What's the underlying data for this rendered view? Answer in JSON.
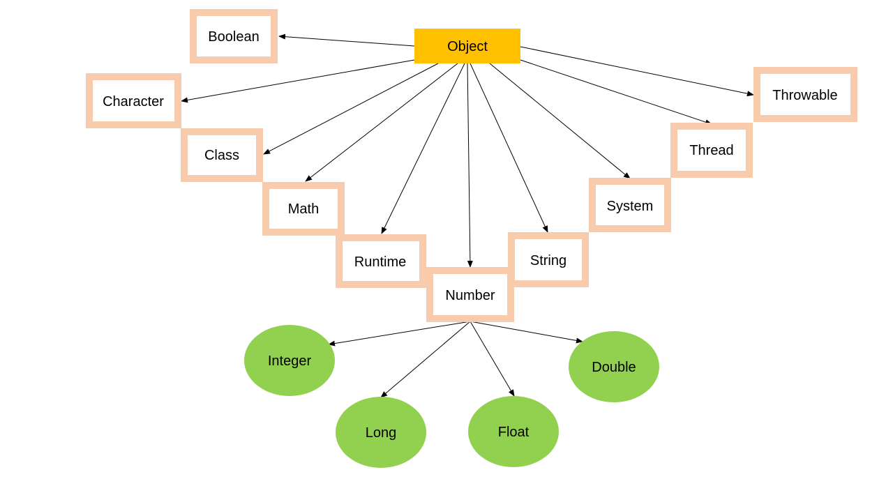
{
  "colors": {
    "root_fill": "#FFC000",
    "box_border": "#F8CBAD",
    "box_fill": "#FFFFFF",
    "circle_fill": "#92D050",
    "arrow": "#000000"
  },
  "nodes": {
    "object": "Object",
    "boolean": "Boolean",
    "character": "Character",
    "class": "Class",
    "math": "Math",
    "runtime": "Runtime",
    "number": "Number",
    "string": "String",
    "system": "System",
    "thread": "Thread",
    "throwable": "Throwable",
    "integer": "Integer",
    "long": "Long",
    "float": "Float",
    "double": "Double"
  }
}
